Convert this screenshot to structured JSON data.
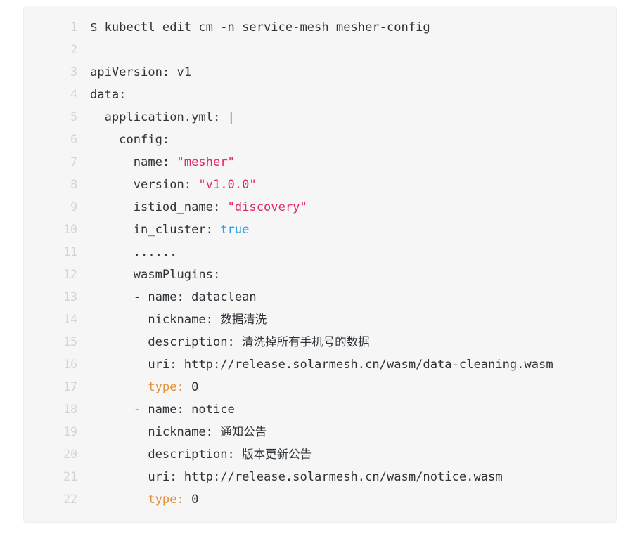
{
  "code_block": {
    "language": "yaml",
    "background_color": "#f6f6f6",
    "border_color": "#eeeeee",
    "line_number_color": "#d4d4d4",
    "default_text_color": "#2e3338",
    "string_color": "#e3256b",
    "boolean_color": "#2f9ee0",
    "highlight_key_color": "#e5903b",
    "first_line_number": 1,
    "total_lines": 22,
    "lines": [
      {
        "number": "1",
        "text": "$ kubectl edit cm -n service-mesh mesher-config",
        "tokens": [
          {
            "t": "$ kubectl edit cm -n service-mesh mesher-config",
            "c": "plain"
          }
        ]
      },
      {
        "number": "2",
        "text": "",
        "tokens": []
      },
      {
        "number": "3",
        "text": "apiVersion: v1",
        "tokens": [
          {
            "t": "apiVersion: v1",
            "c": "plain"
          }
        ]
      },
      {
        "number": "4",
        "text": "data:",
        "tokens": [
          {
            "t": "data:",
            "c": "plain"
          }
        ]
      },
      {
        "number": "5",
        "text": "  application.yml: |",
        "tokens": [
          {
            "t": "  application.yml: |",
            "c": "plain"
          }
        ]
      },
      {
        "number": "6",
        "text": "    config:",
        "tokens": [
          {
            "t": "    config:",
            "c": "plain"
          }
        ]
      },
      {
        "number": "7",
        "text": "      name: \"mesher\"",
        "tokens": [
          {
            "t": "      name: ",
            "c": "plain"
          },
          {
            "t": "\"mesher\"",
            "c": "string"
          }
        ]
      },
      {
        "number": "8",
        "text": "      version: \"v1.0.0\"",
        "tokens": [
          {
            "t": "      version: ",
            "c": "plain"
          },
          {
            "t": "\"v1.0.0\"",
            "c": "string"
          }
        ]
      },
      {
        "number": "9",
        "text": "      istiod_name: \"discovery\"",
        "tokens": [
          {
            "t": "      istiod_name: ",
            "c": "plain"
          },
          {
            "t": "\"discovery\"",
            "c": "string"
          }
        ]
      },
      {
        "number": "10",
        "text": "      in_cluster: true",
        "tokens": [
          {
            "t": "      in_cluster: ",
            "c": "plain"
          },
          {
            "t": "true",
            "c": "bool"
          }
        ]
      },
      {
        "number": "11",
        "text": "      ......",
        "tokens": [
          {
            "t": "      ......",
            "c": "plain"
          }
        ]
      },
      {
        "number": "12",
        "text": "      wasmPlugins:",
        "tokens": [
          {
            "t": "      wasmPlugins:",
            "c": "plain"
          }
        ]
      },
      {
        "number": "13",
        "text": "      - name: dataclean",
        "tokens": [
          {
            "t": "      - name: dataclean",
            "c": "plain"
          }
        ]
      },
      {
        "number": "14",
        "text": "        nickname: 数据清洗",
        "tokens": [
          {
            "t": "        nickname: ",
            "c": "plain"
          },
          {
            "t": "数据清洗",
            "c": "cjk"
          }
        ]
      },
      {
        "number": "15",
        "text": "        description: 清洗掉所有手机号的数据",
        "tokens": [
          {
            "t": "        description: ",
            "c": "plain"
          },
          {
            "t": "清洗掉所有手机号的数据",
            "c": "cjk"
          }
        ]
      },
      {
        "number": "16",
        "text": "        uri: http://release.solarmesh.cn/wasm/data-cleaning.wasm",
        "tokens": [
          {
            "t": "        uri: http://release.solarmesh.cn/wasm/data-cleaning.wasm",
            "c": "plain"
          }
        ]
      },
      {
        "number": "17",
        "text": "        type: 0",
        "tokens": [
          {
            "t": "        ",
            "c": "plain"
          },
          {
            "t": "type:",
            "c": "key-hl"
          },
          {
            "t": " 0",
            "c": "plain"
          }
        ]
      },
      {
        "number": "18",
        "text": "      - name: notice",
        "tokens": [
          {
            "t": "      - name: notice",
            "c": "plain"
          }
        ]
      },
      {
        "number": "19",
        "text": "        nickname: 通知公告",
        "tokens": [
          {
            "t": "        nickname: ",
            "c": "plain"
          },
          {
            "t": "通知公告",
            "c": "cjk"
          }
        ]
      },
      {
        "number": "20",
        "text": "        description: 版本更新公告",
        "tokens": [
          {
            "t": "        description: ",
            "c": "plain"
          },
          {
            "t": "版本更新公告",
            "c": "cjk"
          }
        ]
      },
      {
        "number": "21",
        "text": "        uri: http://release.solarmesh.cn/wasm/notice.wasm",
        "tokens": [
          {
            "t": "        uri: http://release.solarmesh.cn/wasm/notice.wasm",
            "c": "plain"
          }
        ]
      },
      {
        "number": "22",
        "text": "        type: 0",
        "tokens": [
          {
            "t": "        ",
            "c": "plain"
          },
          {
            "t": "type:",
            "c": "key-hl"
          },
          {
            "t": " 0",
            "c": "plain"
          }
        ]
      }
    ]
  }
}
